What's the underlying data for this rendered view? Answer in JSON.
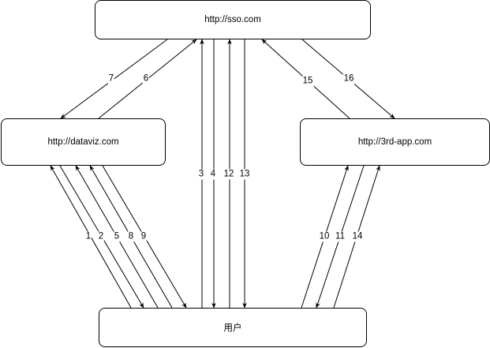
{
  "nodes": {
    "sso": "http://sso.com",
    "dataviz": "http://dataviz.com",
    "third_app": "http://3rd-app.com",
    "user": "用户"
  },
  "arrows": [
    {
      "label": "1",
      "from": "user",
      "to": "dataviz"
    },
    {
      "label": "2",
      "from": "dataviz",
      "to": "user"
    },
    {
      "label": "3",
      "from": "user",
      "to": "sso"
    },
    {
      "label": "4",
      "from": "sso",
      "to": "user"
    },
    {
      "label": "5",
      "from": "user",
      "to": "dataviz"
    },
    {
      "label": "6",
      "from": "dataviz",
      "to": "sso"
    },
    {
      "label": "7",
      "from": "sso",
      "to": "dataviz"
    },
    {
      "label": "8",
      "from": "user",
      "to": "dataviz"
    },
    {
      "label": "9",
      "from": "dataviz",
      "to": "user"
    },
    {
      "label": "10",
      "from": "user",
      "to": "third_app"
    },
    {
      "label": "11",
      "from": "third_app",
      "to": "user"
    },
    {
      "label": "12",
      "from": "user",
      "to": "sso"
    },
    {
      "label": "13",
      "from": "sso",
      "to": "user"
    },
    {
      "label": "14",
      "from": "user",
      "to": "third_app"
    },
    {
      "label": "15",
      "from": "third_app",
      "to": "sso"
    },
    {
      "label": "16",
      "from": "sso",
      "to": "third_app"
    }
  ],
  "colors": {
    "line": "#000000",
    "thin_line": "#444444"
  }
}
